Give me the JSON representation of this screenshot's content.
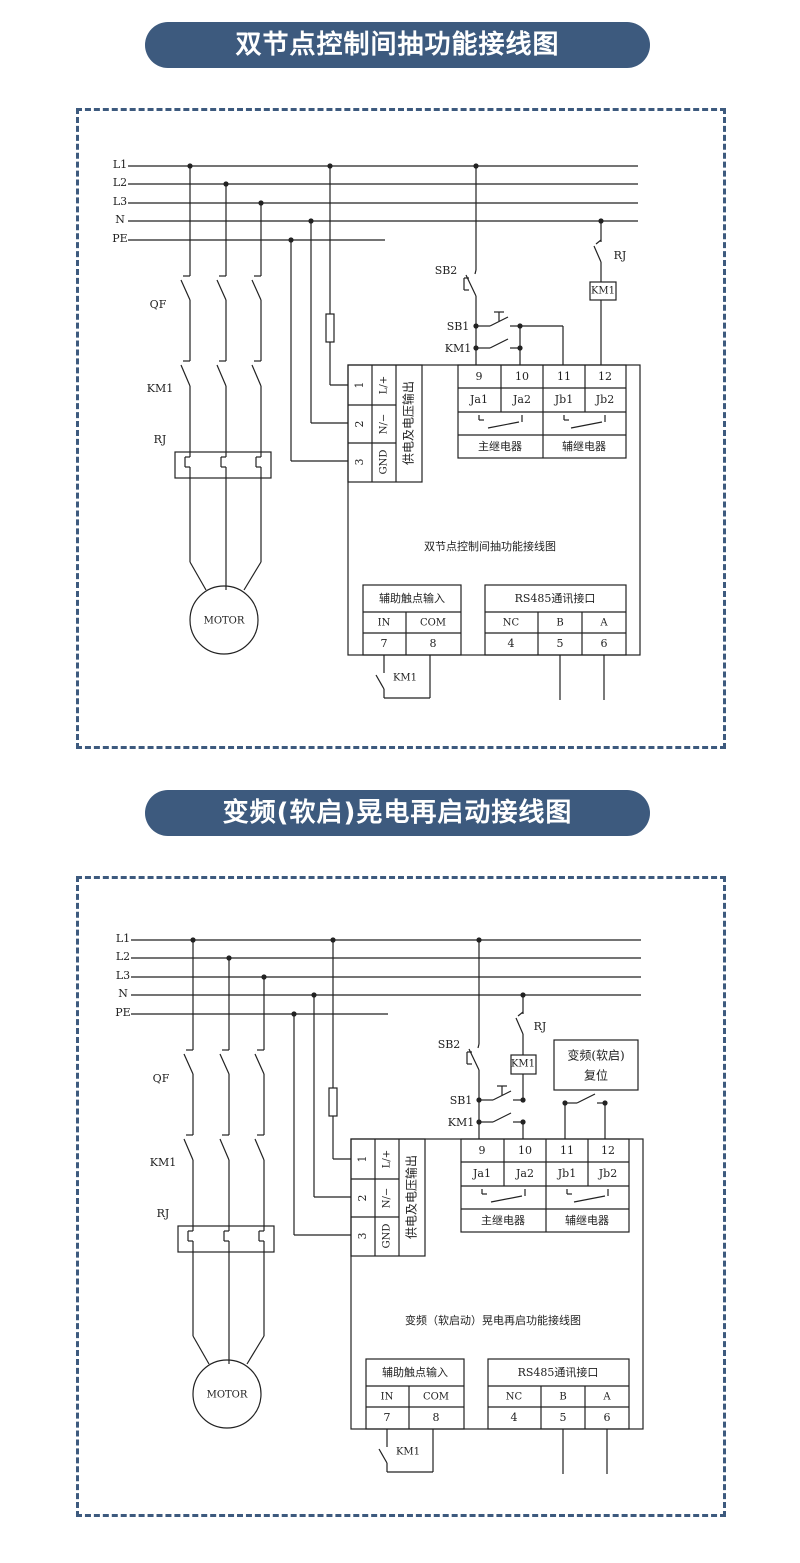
{
  "sections": [
    {
      "heading": "双节点控制间抽功能接线图",
      "diagram_title": "双节点控制间抽功能接线图",
      "reset_box": null
    },
    {
      "heading": "变频(软启)晃电再启动接线图",
      "diagram_title": "变频（软启动）晃电再启功能接线图",
      "reset_box": [
        "变频(软启)",
        "复位"
      ]
    }
  ],
  "labels": {
    "lines": [
      "L1",
      "L2",
      "L3",
      "N",
      "PE"
    ],
    "qf": "QF",
    "km1": "KM1",
    "rj": "RJ",
    "motor": "MOTOR",
    "sb1": "SB1",
    "sb2": "SB2",
    "power_terminals": [
      {
        "num": "1",
        "label": "L/+"
      },
      {
        "num": "2",
        "label": "N/−"
      },
      {
        "num": "3",
        "label": "GND"
      }
    ],
    "power_output": "供电及电压输出",
    "relay_terminals": [
      {
        "num": "9",
        "label": "Ja1"
      },
      {
        "num": "10",
        "label": "Ja2"
      },
      {
        "num": "11",
        "label": "Jb1"
      },
      {
        "num": "12",
        "label": "Jb2"
      }
    ],
    "main_relay": "主继电器",
    "aux_relay": "辅继电器",
    "aux_input_title": "辅助触点输入",
    "aux_input": [
      {
        "name": "IN",
        "num": "7"
      },
      {
        "name": "COM",
        "num": "8"
      }
    ],
    "rs485_title": "RS485通讯接口",
    "rs485": [
      {
        "name": "NC",
        "num": "4"
      },
      {
        "name": "B",
        "num": "5"
      },
      {
        "name": "A",
        "num": "6"
      }
    ]
  },
  "colors": {
    "accent": "#3d5a7e",
    "line": "#222222"
  }
}
